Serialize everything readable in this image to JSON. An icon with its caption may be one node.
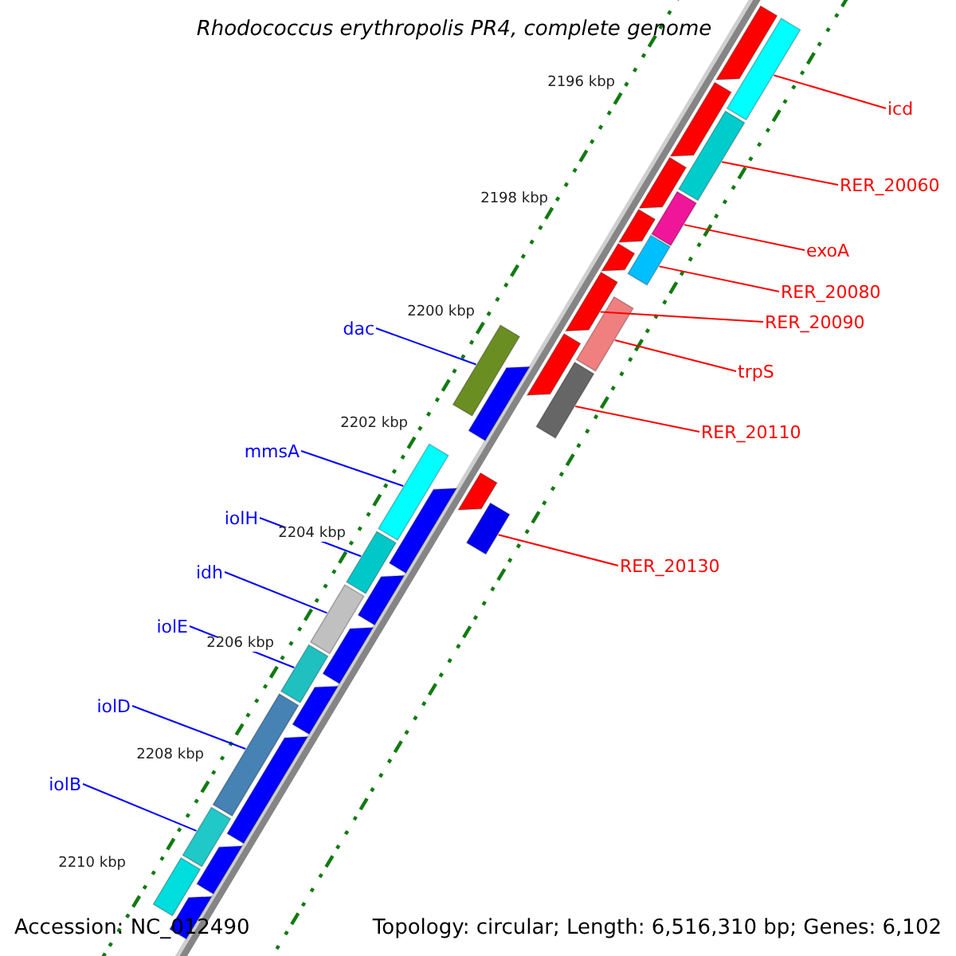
{
  "diagram": {
    "title": "Rhodococcus erythropolis PR4, complete genome",
    "nodes": [
      {
        "text": [
          "icd"
        ]
      },
      {
        "text": [
          "RER_20060"
        ]
      },
      {
        "text": [
          "exoA"
        ]
      },
      {
        "text": [
          "RER_20080"
        ]
      },
      {
        "text": [
          "RER_20090"
        ]
      },
      {
        "text": [
          "trpS"
        ]
      },
      {
        "text": [
          "RER_20110"
        ]
      },
      {
        "text": [
          "RER_20130"
        ]
      },
      {
        "text": [
          "dac"
        ]
      },
      {
        "text": [
          "mmsA"
        ]
      },
      {
        "text": [
          "iolH"
        ]
      },
      {
        "text": [
          "idh"
        ]
      },
      {
        "text": [
          "iolE"
        ]
      },
      {
        "text": [
          "iolD"
        ]
      },
      {
        "text": [
          "iolB"
        ]
      },
      {
        "text": [],
        "shape": "arrow"
      },
      {
        "text": [],
        "shape": "arrow"
      },
      {
        "text": [],
        "shape": "arrow"
      },
      {
        "text": [],
        "shape": "arrow"
      },
      {
        "text": [],
        "shape": "arrow"
      },
      {
        "text": [],
        "shape": "arrow"
      },
      {
        "text": [],
        "shape": "arrow"
      },
      {
        "text": [],
        "shape": "arrow"
      },
      {
        "text": [],
        "shape": "bar"
      },
      {
        "text": [],
        "shape": "bar"
      },
      {
        "text": [],
        "shape": "bar"
      },
      {
        "text": [],
        "shape": "bar"
      },
      {
        "text": [],
        "shape": "bar"
      },
      {
        "text": [],
        "shape": "bar"
      },
      {
        "text": [],
        "shape": "bar"
      },
      {
        "text": [],
        "shape": "bar"
      },
      {
        "text": [],
        "shape": "arrow"
      },
      {
        "text": [],
        "shape": "bar"
      },
      {
        "text": [],
        "shape": "bar"
      },
      {
        "text": [],
        "shape": "bar"
      },
      {
        "text": [],
        "shape": "bar"
      },
      {
        "text": [],
        "shape": "bar"
      },
      {
        "text": [],
        "shape": "bar"
      },
      {
        "text": [],
        "shape": "bar"
      },
      {
        "text": [],
        "shape": "arrow"
      },
      {
        "text": [],
        "shape": "arrow"
      },
      {
        "text": [],
        "shape": "arrow"
      },
      {
        "text": [],
        "shape": "arrow"
      },
      {
        "text": [],
        "shape": "arrow"
      },
      {
        "text": [],
        "shape": "arrow"
      },
      {
        "text": [],
        "shape": "arrow"
      }
    ],
    "edges": [
      {
        "from": 0,
        "to": 23,
        "arrow": "none"
      },
      {
        "from": 1,
        "to": 24,
        "arrow": "none"
      },
      {
        "from": 2,
        "to": 25,
        "arrow": "none"
      },
      {
        "from": 3,
        "to": 26,
        "arrow": "none"
      },
      {
        "from": 4,
        "to": 20,
        "arrow": "none"
      },
      {
        "from": 5,
        "to": 27,
        "arrow": "none"
      },
      {
        "from": 6,
        "to": 28,
        "arrow": "none"
      },
      {
        "from": 7,
        "to": 29,
        "arrow": "none"
      },
      {
        "from": 8,
        "to": 30,
        "arrow": "none",
        "color": "#0000ff"
      },
      {
        "from": 9,
        "to": 32,
        "arrow": "none",
        "color": "#0000ff"
      },
      {
        "from": 10,
        "to": 33,
        "arrow": "none",
        "color": "#0000ff"
      },
      {
        "from": 11,
        "to": 34,
        "arrow": "none",
        "color": "#0000ff"
      },
      {
        "from": 12,
        "to": 35,
        "arrow": "none",
        "color": "#0000ff"
      },
      {
        "from": 13,
        "to": 36,
        "arrow": "none",
        "color": "#0000ff"
      },
      {
        "from": 14,
        "to": 37,
        "arrow": "none",
        "color": "#0000ff"
      }
    ],
    "labels": [
      "2196 kbp",
      "2198 kbp",
      "2200 kbp",
      "2202 kbp",
      "2204 kbp",
      "2206 kbp",
      "2208 kbp",
      "2210 kbp",
      "Accession: NC_012490",
      "Topology: circular; Length: 6,516,310 bp; Genes: 6,102"
    ]
  }
}
